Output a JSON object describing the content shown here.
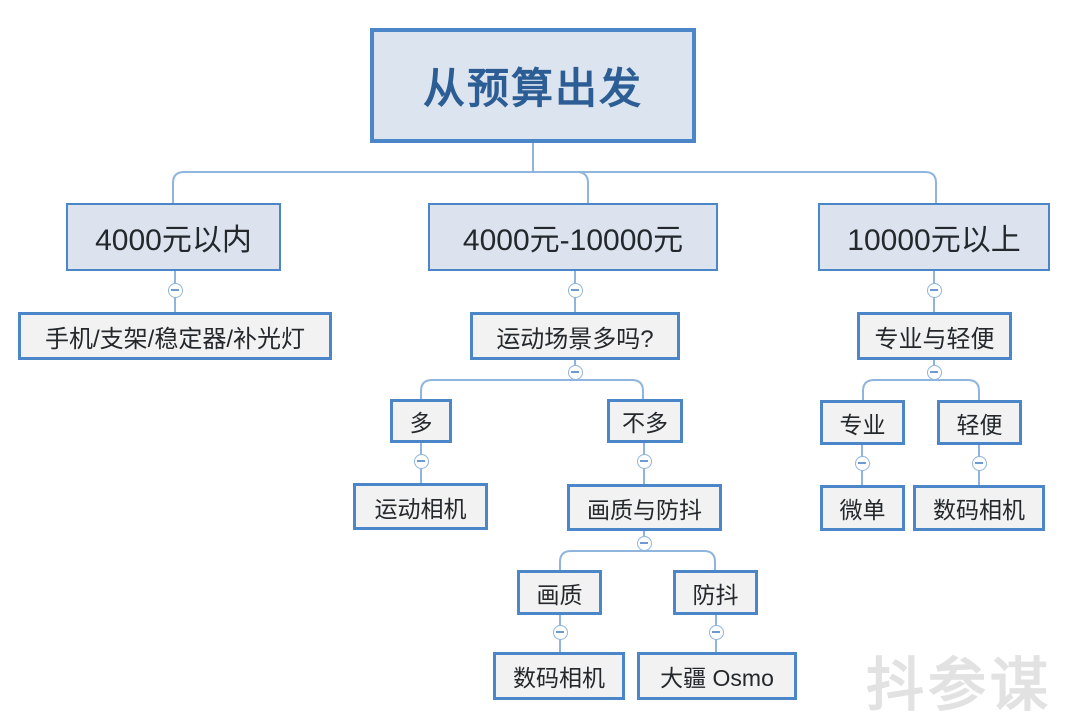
{
  "diagram": {
    "title": "从预算出发",
    "watermark": "抖参谋",
    "accent_color": "#4a86c8",
    "root_fill": "#dce4f0",
    "root_text_color": "#2c5d94",
    "level1_fill": "#dce3ef",
    "leaf_fill": "#f2f2f2",
    "edge_color": "#8fb4dd",
    "toggle_icon": "collapse-minus-icon"
  },
  "nodes": {
    "root": {
      "label": "从预算出发"
    },
    "budget_low": {
      "label": "4000元以内"
    },
    "budget_low_gear": {
      "label": "手机/支架/稳定器/补光灯"
    },
    "budget_mid": {
      "label": "4000元-10000元"
    },
    "sports_question": {
      "label": "运动场景多吗?"
    },
    "sports_many": {
      "label": "多"
    },
    "sports_camera": {
      "label": "运动相机"
    },
    "sports_few": {
      "label": "不多"
    },
    "quality_stabilize": {
      "label": "画质与防抖"
    },
    "quality": {
      "label": "画质"
    },
    "quality_digital_camera": {
      "label": "数码相机"
    },
    "stabilize": {
      "label": "防抖"
    },
    "dji_osmo": {
      "label": "大疆 Osmo"
    },
    "budget_high": {
      "label": "10000元以上"
    },
    "pro_vs_light": {
      "label": "专业与轻便"
    },
    "professional": {
      "label": "专业"
    },
    "mirrorless": {
      "label": "微单"
    },
    "lightweight": {
      "label": "轻便"
    },
    "light_digital_camera": {
      "label": "数码相机"
    }
  }
}
